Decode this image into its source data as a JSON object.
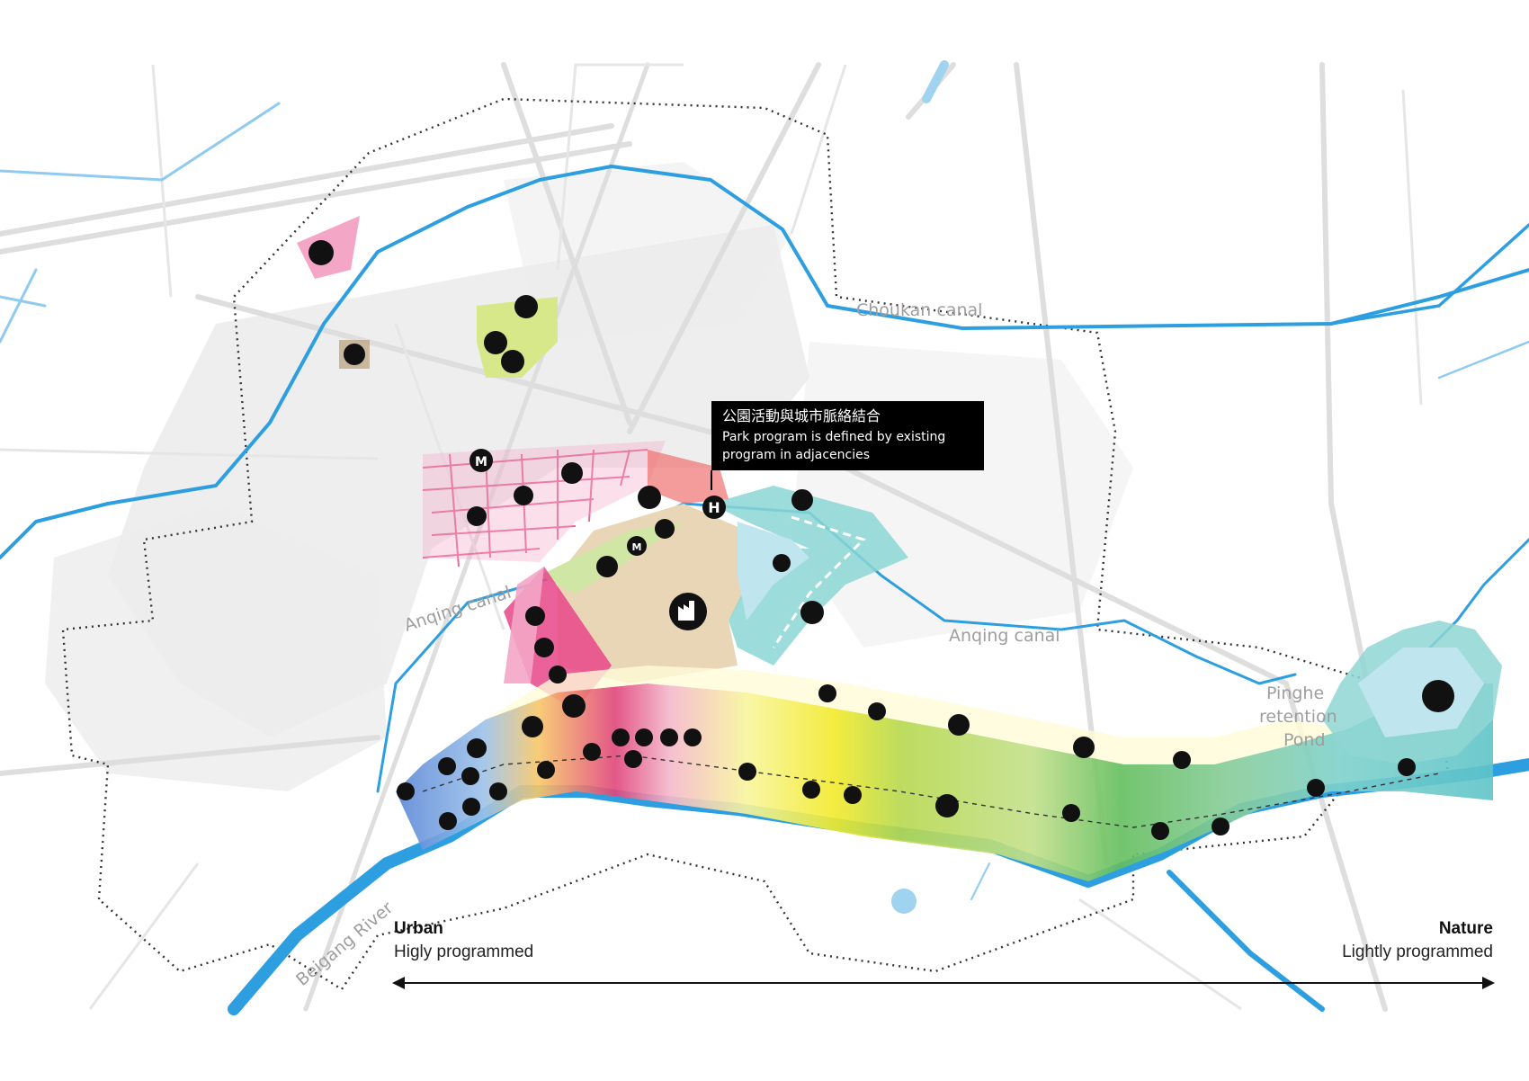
{
  "water_labels": {
    "choukan": "Choukan canal",
    "anqing_west": "Anqing canal",
    "anqing_east": "Anqing canal",
    "pinghe_1": "Pinghe",
    "pinghe_2": "retention",
    "pinghe_3": "Pond",
    "beigang": "Beigang River"
  },
  "callout": {
    "title_cn": "公園活動與城市脈絡結合",
    "line1": "Park program is defined by existing",
    "line2": "program in adjacencies"
  },
  "scale": {
    "left_title": "Urban",
    "left_sub": "Higly programmed",
    "right_title": "Nature",
    "right_sub": "Lightly programmed"
  },
  "icons": {
    "M": "M",
    "H": "H"
  },
  "colors": {
    "water": "#2d9fe0",
    "road": "#e0e0e0",
    "urban_pink": "#e0457b",
    "yellow": "#f2ef3a",
    "green": "#5fbf5f",
    "teal": "#5ec4c8",
    "industrial": "#e6d6b8",
    "callout_bg": "#000000"
  }
}
